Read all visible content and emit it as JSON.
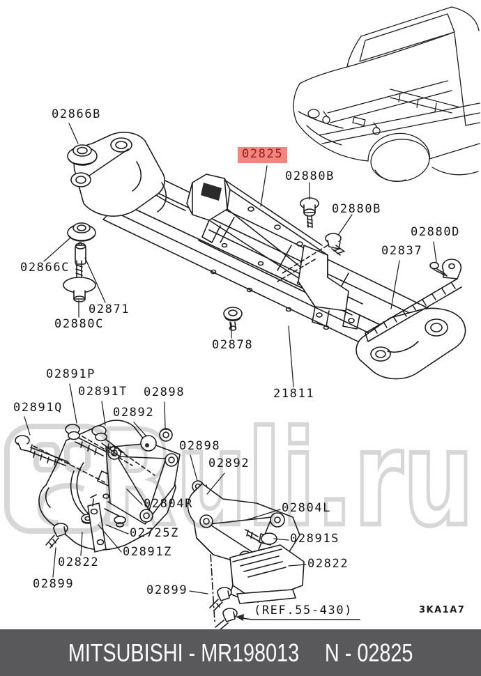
{
  "watermark": {
    "text": "Ruli.ru",
    "color": "#d7d7d7"
  },
  "highlight": {
    "label": "02825",
    "bg": "#f4857c",
    "fg": "#8c1d1d"
  },
  "part_labels": {
    "p02866B": "02866B",
    "p02825": "02825",
    "p02880B": "02880B",
    "p02880D": "02880D",
    "p02837": "02837",
    "p02866C": "02866C",
    "p02871": "02871",
    "p02880C": "02880C",
    "p02878": "02878",
    "p21811": "21811",
    "p02891P": "02891P",
    "p02891T": "02891T",
    "p02898": "02898",
    "p02891Q": "02891Q",
    "p02892": "02892",
    "p02804R": "02804R",
    "p02804L": "02804L",
    "p02725Z": "02725Z",
    "p02891Z": "02891Z",
    "p02891S": "02891S",
    "p02822": "02822",
    "p02899": "02899",
    "ref_note": "(REF.55-430)",
    "sheet_code": "3KA1A7"
  },
  "footer": {
    "left_text": "MITSUBISHI - MR198013",
    "right_text": "N - 02825",
    "bg": "#59595b",
    "fg": "#ffffff"
  }
}
